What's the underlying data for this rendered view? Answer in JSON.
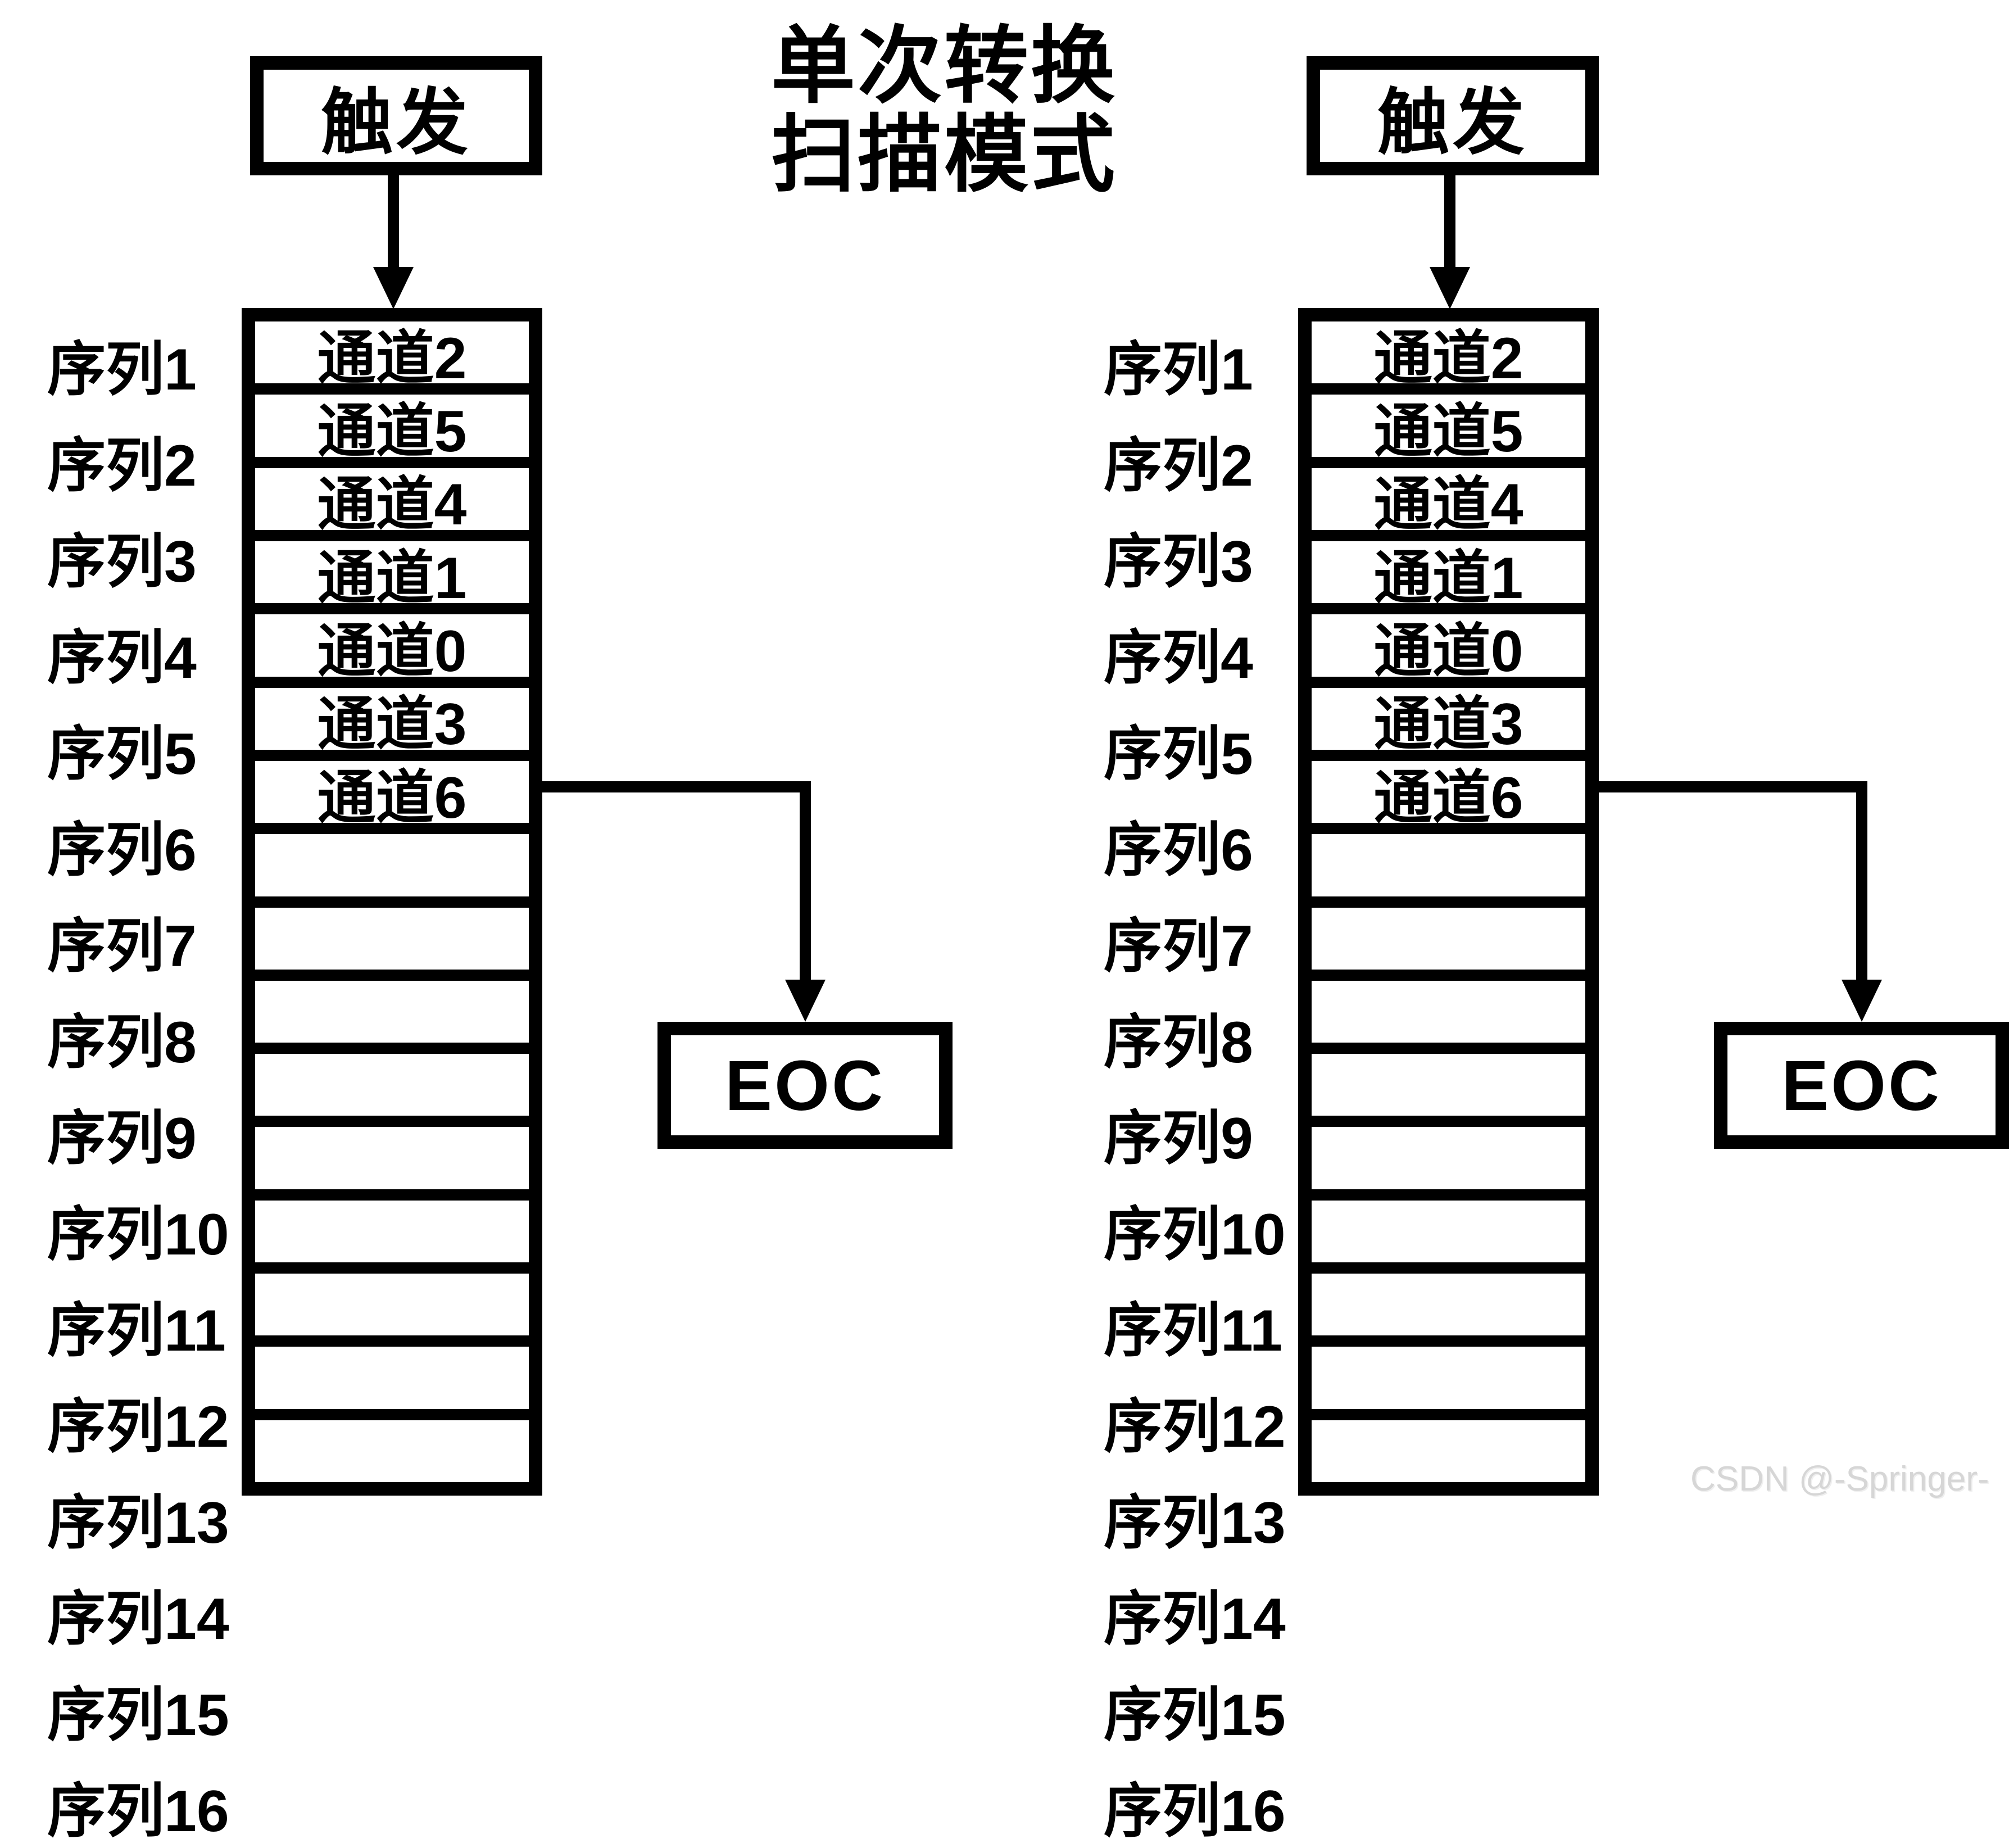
{
  "title": {
    "line1": "单次转换",
    "line2": "扫描模式"
  },
  "watermark": "CSDN @-Springer-",
  "colors": {
    "ink": "#000000",
    "background": "#ffffff",
    "watermark": "#d6d6d6"
  },
  "diagrams": [
    {
      "id": "left",
      "trigger_label": "触发",
      "eoc_label": "EOC",
      "rows": [
        {
          "seq": "序列1",
          "channel": "通道2"
        },
        {
          "seq": "序列2",
          "channel": "通道5"
        },
        {
          "seq": "序列3",
          "channel": "通道4"
        },
        {
          "seq": "序列4",
          "channel": "通道1"
        },
        {
          "seq": "序列5",
          "channel": "通道0"
        },
        {
          "seq": "序列6",
          "channel": "通道3"
        },
        {
          "seq": "序列7",
          "channel": "通道6"
        },
        {
          "seq": "序列8",
          "channel": ""
        },
        {
          "seq": "序列9",
          "channel": ""
        },
        {
          "seq": "序列10",
          "channel": ""
        },
        {
          "seq": "序列11",
          "channel": ""
        },
        {
          "seq": "序列12",
          "channel": ""
        },
        {
          "seq": "序列13",
          "channel": ""
        },
        {
          "seq": "序列14",
          "channel": ""
        },
        {
          "seq": "序列15",
          "channel": ""
        },
        {
          "seq": "序列16",
          "channel": ""
        }
      ]
    },
    {
      "id": "right",
      "trigger_label": "触发",
      "eoc_label": "EOC",
      "rows": [
        {
          "seq": "序列1",
          "channel": "通道2"
        },
        {
          "seq": "序列2",
          "channel": "通道5"
        },
        {
          "seq": "序列3",
          "channel": "通道4"
        },
        {
          "seq": "序列4",
          "channel": "通道1"
        },
        {
          "seq": "序列5",
          "channel": "通道0"
        },
        {
          "seq": "序列6",
          "channel": "通道3"
        },
        {
          "seq": "序列7",
          "channel": "通道6"
        },
        {
          "seq": "序列8",
          "channel": ""
        },
        {
          "seq": "序列9",
          "channel": ""
        },
        {
          "seq": "序列10",
          "channel": ""
        },
        {
          "seq": "序列11",
          "channel": ""
        },
        {
          "seq": "序列12",
          "channel": ""
        },
        {
          "seq": "序列13",
          "channel": ""
        },
        {
          "seq": "序列14",
          "channel": ""
        },
        {
          "seq": "序列15",
          "channel": ""
        },
        {
          "seq": "序列16",
          "channel": ""
        }
      ]
    }
  ]
}
